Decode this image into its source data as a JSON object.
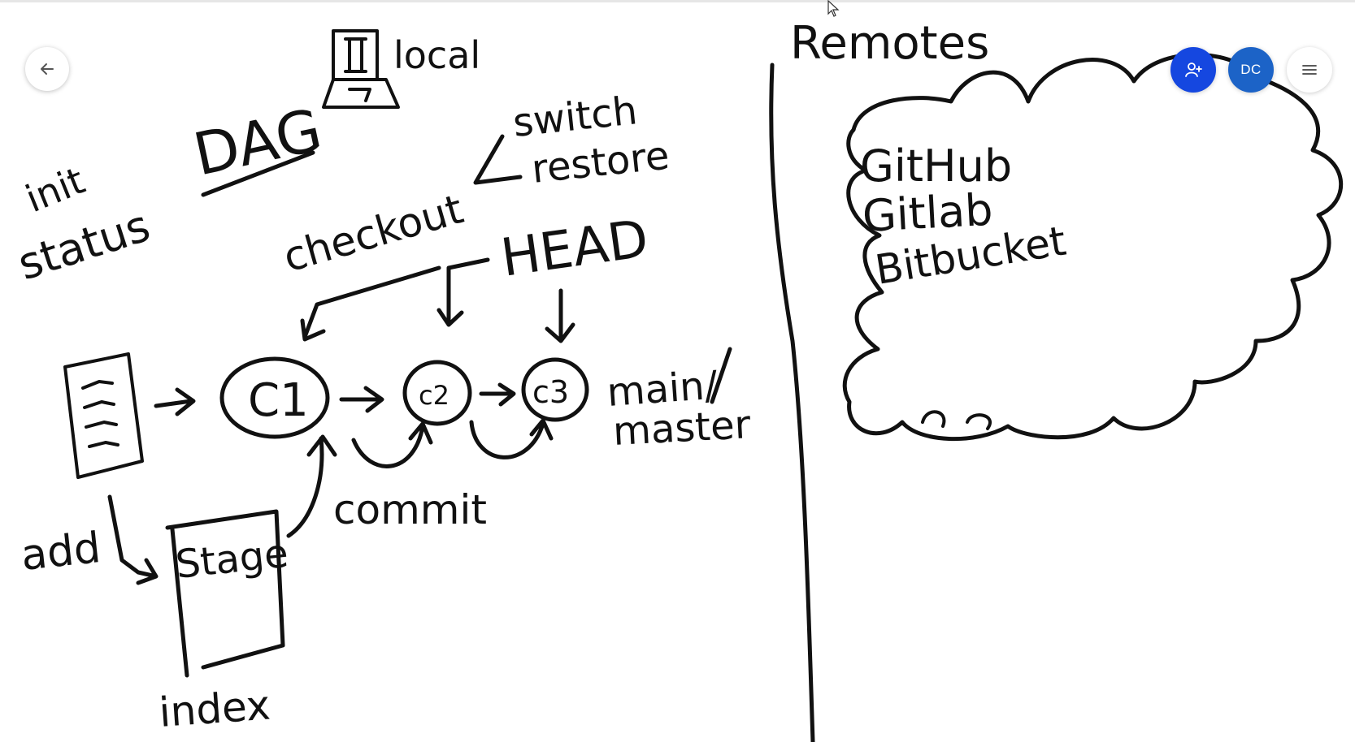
{
  "toolbar": {
    "back_icon": "arrow-left-icon",
    "invite_icon": "person-add-icon",
    "avatar_initials": "DC",
    "menu_icon": "hamburger-menu-icon"
  },
  "colors": {
    "invite_button": "#1547e0",
    "avatar": "#1c63c7",
    "ink": "#111111"
  },
  "whiteboard": {
    "local_label": "local",
    "dag_label": "DAG",
    "init_label": "init",
    "status_label": "status",
    "switch_label": "switch",
    "restore_label": "restore",
    "checkout_label": "checkout",
    "head_label": "HEAD",
    "commit_c1": "C1",
    "commit_c2": "c2",
    "commit_c3": "c3",
    "branch_label_main": "main/",
    "branch_label_master": "master",
    "add_label": "add",
    "stage_label": "Stage",
    "commit_label": "commit",
    "index_label": "index",
    "remotes_title": "Remotes",
    "remotes": [
      "GitHub",
      "Gitlab",
      "Bitbucket"
    ]
  }
}
